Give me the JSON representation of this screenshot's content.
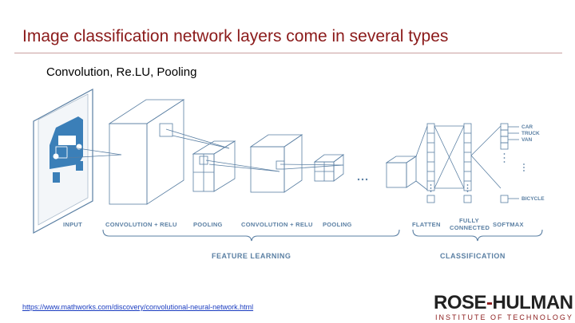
{
  "slide": {
    "title": "Image classification network layers come in several types",
    "subtitle": "Convolution, Re.LU, Pooling",
    "source_link": "https://www.mathworks.com/discovery/convolutional-neural-network.html"
  },
  "diagram": {
    "stage_labels": {
      "input": "INPUT",
      "conv1": "CONVOLUTION + RELU",
      "pool1": "POOLING",
      "conv2": "CONVOLUTION + RELU",
      "pool2": "POOLING",
      "flatten": "FLATTEN",
      "fc_line1": "FULLY",
      "fc_line2": "CONNECTED",
      "softmax": "SOFTMAX"
    },
    "group_labels": {
      "feature_learning": "FEATURE LEARNING",
      "classification": "CLASSIFICATION"
    },
    "output_classes": [
      "CAR",
      "TRUCK",
      "VAN",
      "BICYCLE"
    ],
    "line_color": "#5a7fa3",
    "car_color": "#3b7fb8"
  },
  "logo": {
    "name_part1": "ROSE",
    "name_dash": "-",
    "name_part2": "HULMAN",
    "tagline": "INSTITUTE OF TECHNOLOGY",
    "accent_color": "#8b1a1a"
  }
}
